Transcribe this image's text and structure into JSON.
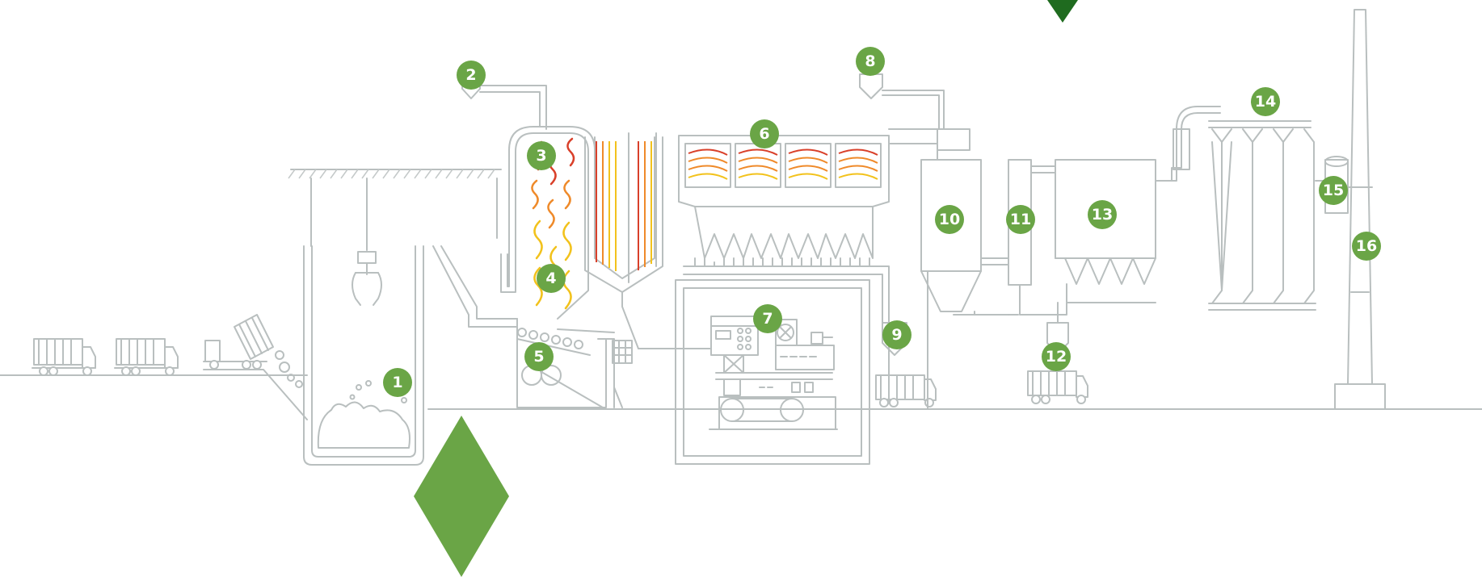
{
  "diagram": {
    "colors": {
      "line": "#b9bfbf",
      "badge": "#6aa546",
      "arrow_dark": "#1f6b1f",
      "diamond": "#6aa546",
      "flame_red": "#d9402a",
      "flame_orange": "#ef8a2a",
      "flame_yellow": "#f2c21c"
    },
    "markers": [
      {
        "id": "1",
        "label": "1"
      },
      {
        "id": "2",
        "label": "2"
      },
      {
        "id": "3",
        "label": "3"
      },
      {
        "id": "4",
        "label": "4"
      },
      {
        "id": "5",
        "label": "5"
      },
      {
        "id": "6",
        "label": "6"
      },
      {
        "id": "7",
        "label": "7"
      },
      {
        "id": "8",
        "label": "8"
      },
      {
        "id": "9",
        "label": "9"
      },
      {
        "id": "10",
        "label": "10"
      },
      {
        "id": "11",
        "label": "11"
      },
      {
        "id": "12",
        "label": "12"
      },
      {
        "id": "13",
        "label": "13"
      },
      {
        "id": "14",
        "label": "14"
      },
      {
        "id": "15",
        "label": "15"
      },
      {
        "id": "16",
        "label": "16"
      }
    ]
  }
}
